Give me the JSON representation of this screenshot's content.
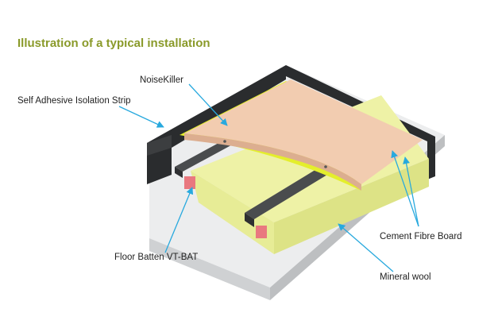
{
  "title": "Illustration of a typical installation",
  "labels": {
    "noisekiller": "NoiseKiller",
    "isolation_strip": "Self Adhesive Isolation Strip",
    "cement_fibre_board": "Cement Fibre Board",
    "floor_batten": "Floor Batten VT-BAT",
    "mineral_wool": "Mineral wool"
  },
  "colors": {
    "title": "#8a9a2a",
    "leader_line": "#28a9de",
    "cement_board": "#f2ccb0",
    "noisekiller": "#e4ee2c",
    "mineral_wool": "#eef2a6",
    "batten": "#4a4c4e",
    "pad": "#e9787f",
    "wall": "#2a2c2e",
    "base": "#e6e7e8"
  }
}
